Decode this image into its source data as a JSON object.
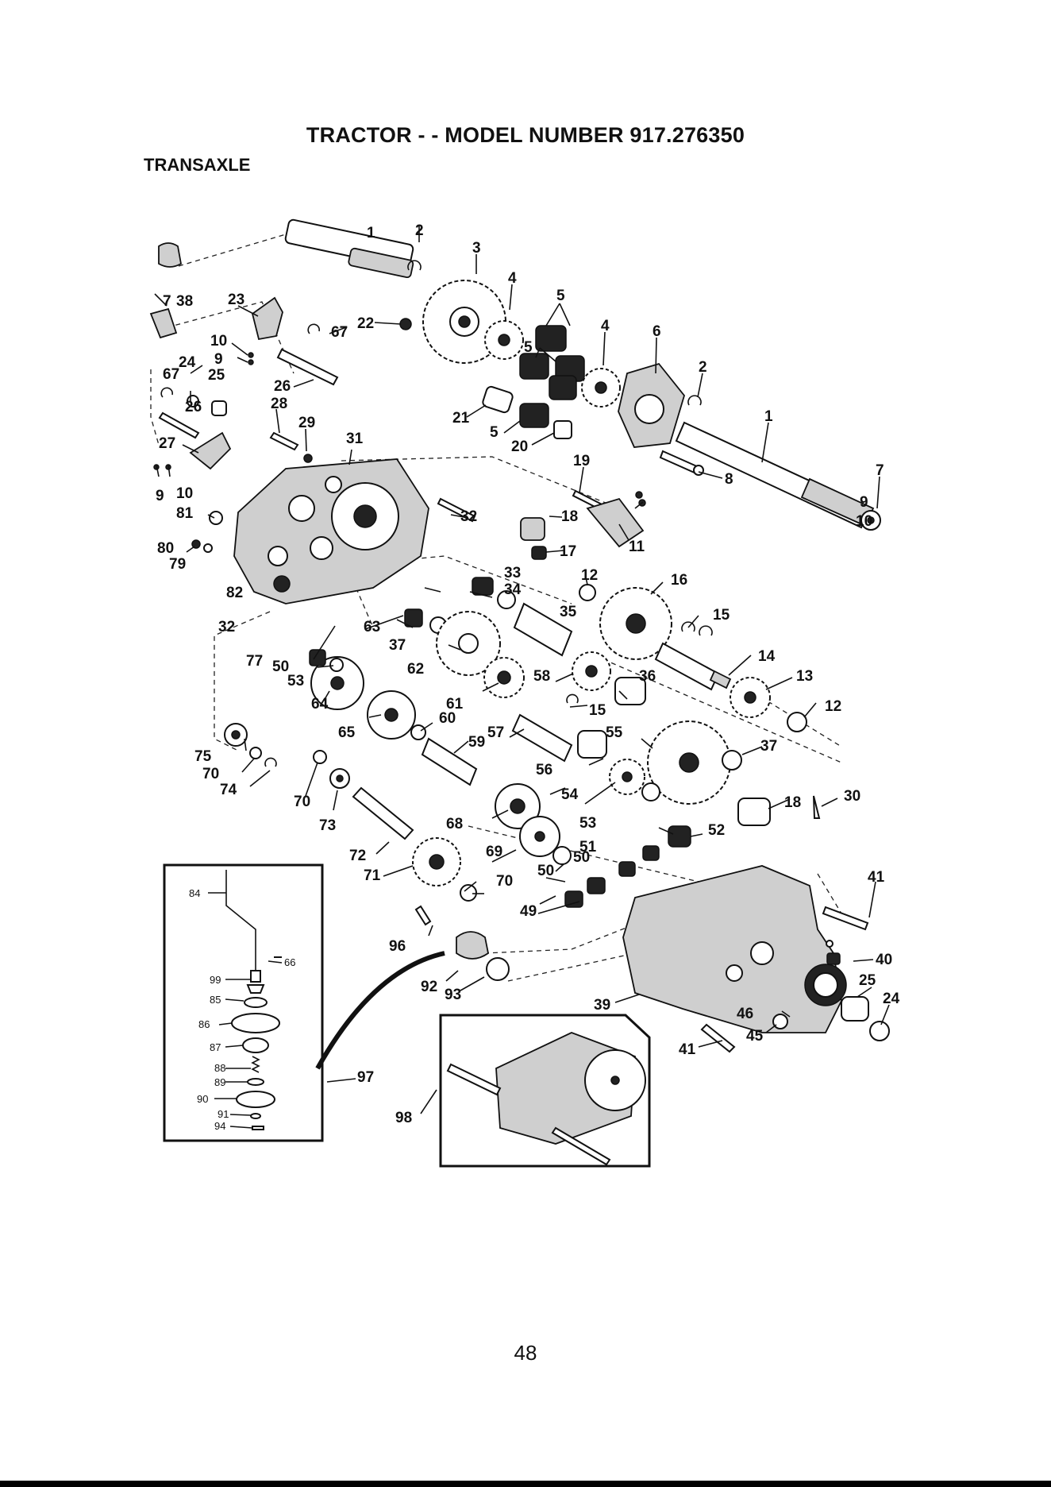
{
  "header": {
    "title": "TRACTOR - - MODEL NUMBER 917.276350",
    "section": "TRANSAXLE"
  },
  "labels": {
    "n1": "1",
    "n2": "2",
    "n3": "3",
    "n4": "4",
    "n5": "5",
    "n6": "6",
    "n7": "7",
    "n8": "8",
    "n9": "9",
    "n10": "10",
    "n11": "11",
    "n12": "12",
    "n13": "13",
    "n14": "14",
    "n15": "15",
    "n16": "16",
    "n17": "17",
    "n18": "18",
    "n19": "19",
    "n20": "20",
    "n21": "21",
    "n22": "22",
    "n23": "23",
    "n24": "24",
    "n25": "25",
    "n26": "26",
    "n27": "27",
    "n28": "28",
    "n29": "29",
    "n30": "30",
    "n31": "31",
    "n32": "32",
    "n33": "33",
    "n34": "34",
    "n35": "35",
    "n36": "36",
    "n37": "37",
    "n38": "38",
    "n39": "39",
    "n40": "40",
    "n41": "41",
    "n45": "45",
    "n46": "46",
    "n49": "49",
    "n50": "50",
    "n51": "51",
    "n52": "52",
    "n53": "53",
    "n54": "54",
    "n55": "55",
    "n56": "56",
    "n57": "57",
    "n58": "58",
    "n59": "59",
    "n60": "60",
    "n61": "61",
    "n62": "62",
    "n63": "63",
    "n64": "64",
    "n65": "65",
    "n66": "66",
    "n67": "67",
    "n68": "68",
    "n69": "69",
    "n70": "70",
    "n71": "71",
    "n72": "72",
    "n73": "73",
    "n74": "74",
    "n75": "75",
    "n77": "77",
    "n79": "79",
    "n80": "80",
    "n81": "81",
    "n82": "82",
    "n84": "84",
    "n85": "85",
    "n86": "86",
    "n87": "87",
    "n88": "88",
    "n89": "89",
    "n90": "90",
    "n91": "91",
    "n92": "92",
    "n93": "93",
    "n94": "94",
    "n96": "96",
    "n97": "97",
    "n98": "98",
    "n99": "99"
  },
  "footer": {
    "page_number": "48"
  }
}
